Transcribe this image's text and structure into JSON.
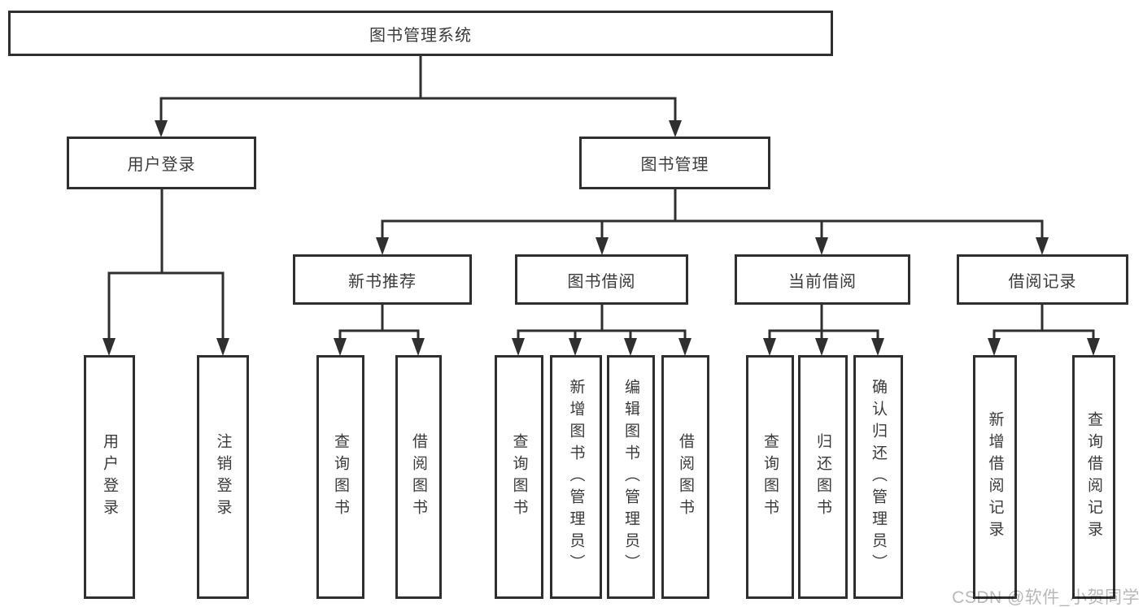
{
  "diagram": {
    "root": {
      "label": "图书管理系统"
    },
    "branches": [
      {
        "label": "用户登录",
        "children": [
          {
            "label": "用户登录"
          },
          {
            "label": "注销登录"
          }
        ]
      },
      {
        "label": "图书管理",
        "children": [
          {
            "label": "新书推荐",
            "children": [
              {
                "label": "查询图书"
              },
              {
                "label": "借阅图书"
              }
            ]
          },
          {
            "label": "图书借阅",
            "children": [
              {
                "label": "查询图书"
              },
              {
                "label": "新增图书（管理员）"
              },
              {
                "label": "编辑图书（管理员）"
              },
              {
                "label": "借阅图书"
              }
            ]
          },
          {
            "label": "当前借阅",
            "children": [
              {
                "label": "查询图书"
              },
              {
                "label": "归还图书"
              },
              {
                "label": "确认归还（管理员）"
              }
            ]
          },
          {
            "label": "借阅记录",
            "children": [
              {
                "label": "新增借阅记录"
              },
              {
                "label": "查询借阅记录"
              }
            ]
          }
        ]
      }
    ]
  },
  "watermark": {
    "text": "CSDN @软件_小贺同学"
  },
  "colors": {
    "line": "#2f2f2f",
    "text": "#3a3a3a",
    "box_background": "#ffffff",
    "page_background": "#ffffff",
    "watermark": "#b8b8b8"
  }
}
